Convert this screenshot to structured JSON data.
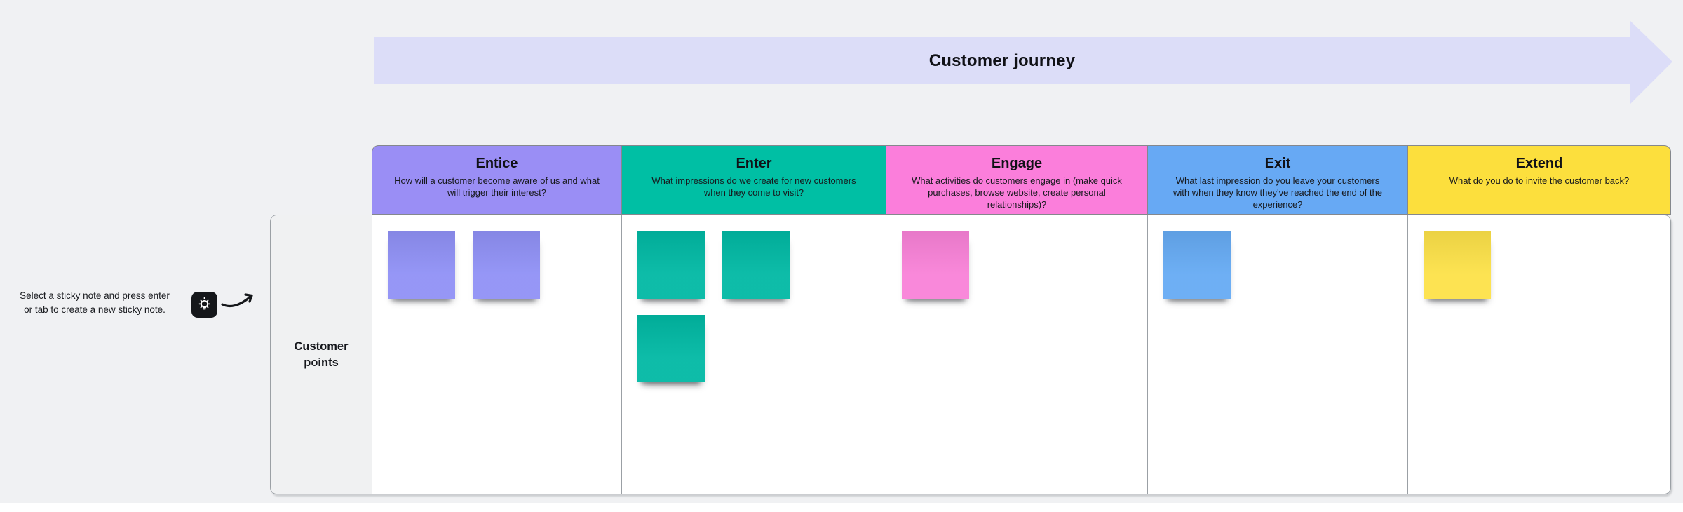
{
  "journey_arrow": {
    "label": "Customer journey",
    "fill": "#dcddf8"
  },
  "hint": {
    "line1": "Select a sticky note and press enter",
    "line2": "or tab to create a new sticky note.",
    "icon": "lightbulb-icon"
  },
  "row_label": "Customer points",
  "columns": [
    {
      "title": "Entice",
      "description": "How will a customer become aware of us and what will trigger their interest?",
      "header_color": "#9a8ef5",
      "sticky_color": "#9091f6",
      "sticky_count": 2
    },
    {
      "title": "Enter",
      "description": "What impressions do we create for new customers when they come to visit?",
      "header_color": "#00bfa4",
      "sticky_color": "#01b9a4",
      "sticky_count": 3
    },
    {
      "title": "Engage",
      "description": "What activities do customers engage in (make quick purchases, browse website, create personal relationships)?",
      "header_color": "#fb7edb",
      "sticky_color": "#f982d8",
      "sticky_count": 1
    },
    {
      "title": "Exit",
      "description": "What last impression do you leave your customers with when they know they've reached the end of the experience?",
      "header_color": "#67a9f4",
      "sticky_color": "#66abf4",
      "sticky_count": 1
    },
    {
      "title": "Extend",
      "description": "What do you do to invite the customer back?",
      "header_color": "#fcdf3d",
      "sticky_color": "#fde249",
      "sticky_count": 1
    }
  ]
}
